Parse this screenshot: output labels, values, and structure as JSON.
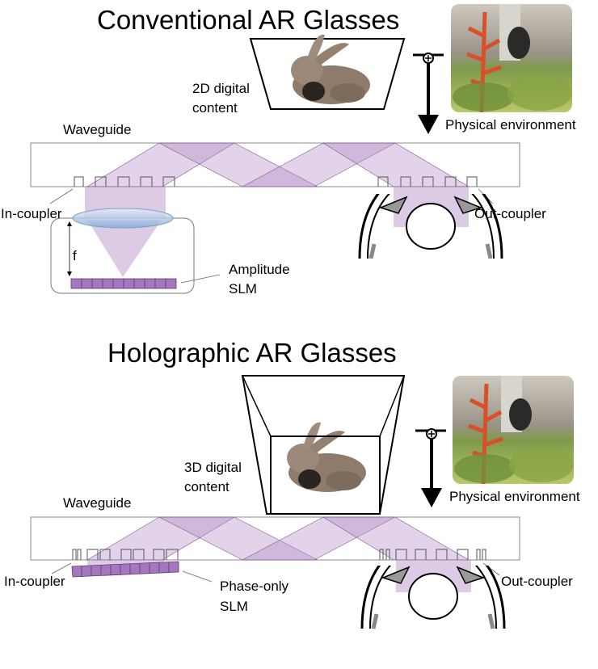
{
  "conventional": {
    "title": "Conventional AR Glasses",
    "content_label_line1": "2D digital",
    "content_label_line2": "content",
    "environment_label": "Physical environment",
    "waveguide_label": "Waveguide",
    "in_coupler_label": "In-coupler",
    "out_coupler_label": "Out-coupler",
    "focal_label": "f",
    "slm_label_line1": "Amplitude",
    "slm_label_line2": "SLM"
  },
  "holographic": {
    "title": "Holographic AR Glasses",
    "content_label_line1": "3D digital",
    "content_label_line2": "content",
    "environment_label": "Physical environment",
    "waveguide_label": "Waveguide",
    "in_coupler_label": "In-coupler",
    "out_coupler_label": "Out-coupler",
    "slm_label_line1": "Phase-only",
    "slm_label_line2": "SLM"
  },
  "colors": {
    "beam": "#b48cc8",
    "slm": "#a577be"
  }
}
